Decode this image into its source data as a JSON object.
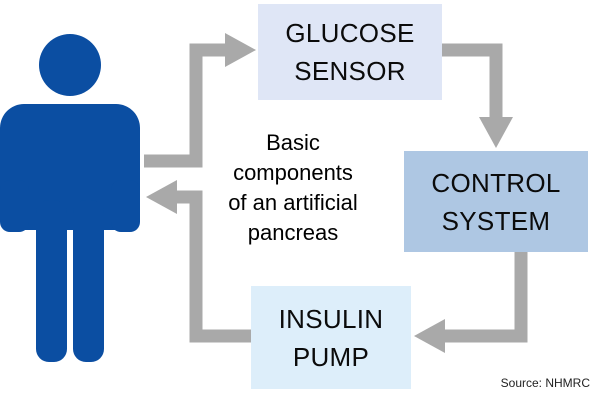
{
  "diagram": {
    "caption": "Basic\ncomponents\nof an artificial\npancreas",
    "source": "Source: NHMRC",
    "nodes": {
      "glucose_sensor": {
        "label": "GLUCOSE\nSENSOR"
      },
      "control_system": {
        "label": "CONTROL\nSYSTEM"
      },
      "insulin_pump": {
        "label": "INSULIN\nPUMP"
      }
    },
    "flow": [
      {
        "from": "person",
        "to": "glucose_sensor"
      },
      {
        "from": "glucose_sensor",
        "to": "control_system"
      },
      {
        "from": "control_system",
        "to": "insulin_pump"
      },
      {
        "from": "insulin_pump",
        "to": "person"
      }
    ]
  },
  "colors": {
    "person": "#0b4ea2",
    "arrow": "#a9a9a9",
    "glucose_box": "#dfe6f6",
    "control_box": "#aec7e3",
    "insulin_box": "#ddeefa"
  }
}
